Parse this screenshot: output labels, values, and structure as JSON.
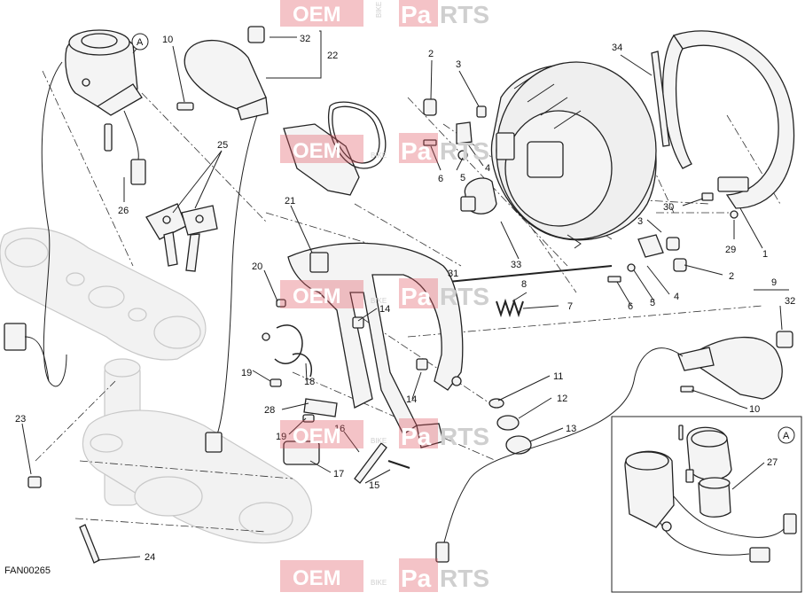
{
  "drawing_code": "FAN00265",
  "watermark": {
    "oem": "OEM",
    "bike": "BIKE",
    "pa": "Pa",
    "rts": "RTS"
  },
  "callouts": [
    {
      "id": "c32a",
      "text": "32"
    },
    {
      "id": "c22",
      "text": "22"
    },
    {
      "id": "c10a",
      "text": "10"
    },
    {
      "id": "cA1",
      "text": "A"
    },
    {
      "id": "c2a",
      "text": "2"
    },
    {
      "id": "c3a",
      "text": "3"
    },
    {
      "id": "c34",
      "text": "34"
    },
    {
      "id": "c25",
      "text": "25"
    },
    {
      "id": "c26",
      "text": "26"
    },
    {
      "id": "c21",
      "text": "21"
    },
    {
      "id": "c6a",
      "text": "6"
    },
    {
      "id": "c5a",
      "text": "5"
    },
    {
      "id": "c4a",
      "text": "4"
    },
    {
      "id": "c30",
      "text": "30"
    },
    {
      "id": "c29",
      "text": "29"
    },
    {
      "id": "c1",
      "text": "1"
    },
    {
      "id": "c3b",
      "text": "3"
    },
    {
      "id": "c2b",
      "text": "2"
    },
    {
      "id": "c4b",
      "text": "4"
    },
    {
      "id": "c5b",
      "text": "5"
    },
    {
      "id": "c6b",
      "text": "6"
    },
    {
      "id": "c33",
      "text": "33"
    },
    {
      "id": "c31",
      "text": "31"
    },
    {
      "id": "c8",
      "text": "8"
    },
    {
      "id": "c7",
      "text": "7"
    },
    {
      "id": "c9",
      "text": "9"
    },
    {
      "id": "c32b",
      "text": "32"
    },
    {
      "id": "c20",
      "text": "20"
    },
    {
      "id": "c14a",
      "text": "14"
    },
    {
      "id": "c14b",
      "text": "14"
    },
    {
      "id": "c19a",
      "text": "19"
    },
    {
      "id": "c18",
      "text": "18"
    },
    {
      "id": "c28",
      "text": "28"
    },
    {
      "id": "c19b",
      "text": "19"
    },
    {
      "id": "c16",
      "text": "16"
    },
    {
      "id": "c17",
      "text": "17"
    },
    {
      "id": "c15",
      "text": "15"
    },
    {
      "id": "c11",
      "text": "11"
    },
    {
      "id": "c12",
      "text": "12"
    },
    {
      "id": "c13",
      "text": "13"
    },
    {
      "id": "c10b",
      "text": "10"
    },
    {
      "id": "c23",
      "text": "23"
    },
    {
      "id": "c24",
      "text": "24"
    },
    {
      "id": "cA2",
      "text": "A"
    },
    {
      "id": "c27",
      "text": "27"
    }
  ]
}
